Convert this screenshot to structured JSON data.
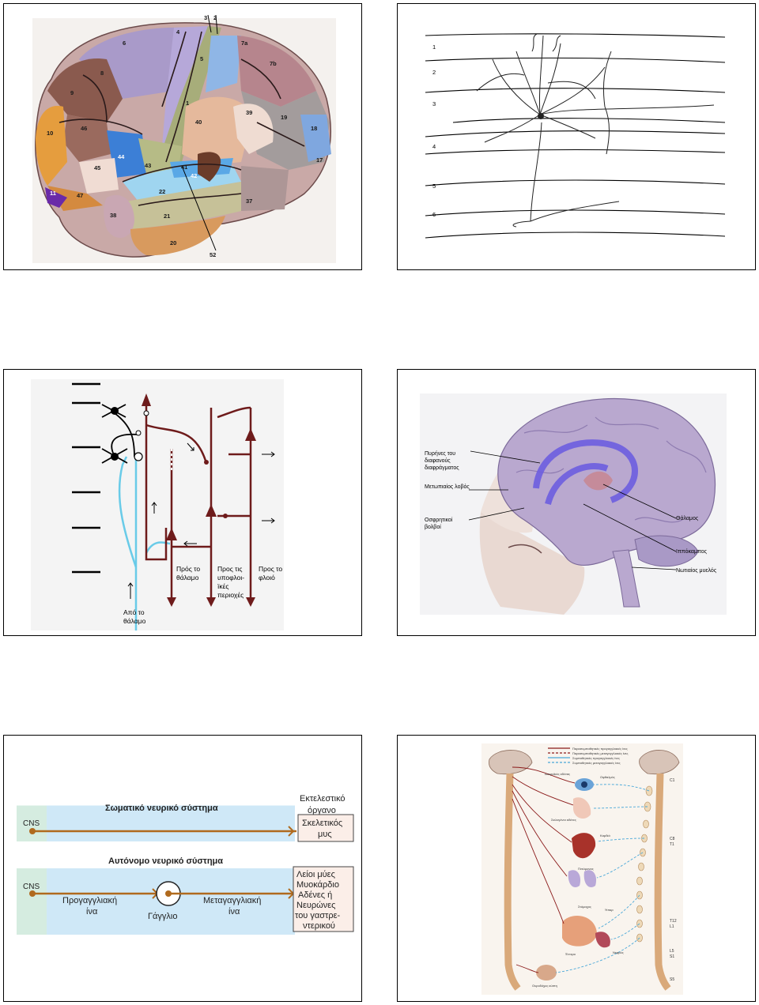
{
  "brodmann": {
    "areas": {
      "a1": "1",
      "a2": "2",
      "a3": "3",
      "a4": "4",
      "a5": "5",
      "a6": "6",
      "a7a": "7a",
      "a7b": "7b",
      "a8": "8",
      "a9": "9",
      "a10": "10",
      "a11": "11",
      "a17": "17",
      "a18": "18",
      "a19": "19",
      "a20": "20",
      "a21": "21",
      "a22": "22",
      "a37": "37",
      "a38": "38",
      "a39": "39",
      "a40": "40",
      "a41": "41",
      "a42": "42",
      "a43": "43",
      "a44": "44",
      "a45": "45",
      "a46": "46",
      "a47": "47",
      "a52": "52"
    }
  },
  "layers": {
    "labels": [
      "1",
      "2",
      "3",
      "4",
      "5",
      "6"
    ]
  },
  "circuit": {
    "to_thalamus": [
      "Πρός το",
      "θάλαμο"
    ],
    "to_subcortical": [
      "Προς τις",
      "υποφλοι-",
      "ïκές",
      "περιοχές"
    ],
    "to_cortex": [
      "Προς το",
      "φλοιό"
    ],
    "from_thalamus": [
      "Από το",
      "θάλαμο"
    ]
  },
  "limbic": {
    "labels": {
      "fornix_nuclei": [
        "Πυρήνες του",
        "διαφανούς",
        "διαφράγματος"
      ],
      "temporal_lobe": "Μετωπιαίος λοβός",
      "olfactory_bulb": [
        "Οσφρητικοί",
        "βολβοί"
      ],
      "thalamus": "Θάλαμος",
      "hippocampus": "Ιππόκαμπος",
      "spinal_cord": "Νωτιαίος μυελός"
    }
  },
  "ans": {
    "somatic_title": "Σωματικό νευρικό σύστημα",
    "autonomic_title": "Αυτόνομο νευρικό σύστημα",
    "effector_title": [
      "Εκτελεστικό",
      "όργανο"
    ],
    "cns": "CNS",
    "skeletal_muscle": [
      "Σκελετικός",
      "μυς"
    ],
    "preganglionic": [
      "Προγαγγλιακή",
      "ίνα"
    ],
    "ganglion": "Γάγγλιο",
    "postganglionic": [
      "Μεταγαγγλιακή",
      "ίνα"
    ],
    "autonomic_effectors": [
      "Λείοι μύες",
      "Μυοκάρδιο",
      "Αδένες ή",
      "Νευρώνες",
      "του γαστρε-",
      "ντερικού"
    ],
    "colors": {
      "band": "#cfe8f7",
      "cns_band": "#d5ece0",
      "fiber": "#b06a1e"
    }
  },
  "autonomic_map": {
    "legend": [
      "Παρασυμπαθητικές προγαγγλιακές ίνες",
      "Παρασυμπαθητικές μεταγαγγλιακές ίνες",
      "Συμπαθητικές προγαγγλιακές ίνες",
      "Συμπαθητικές μεταγαγγλιακές ίνες"
    ],
    "levels": [
      "C1",
      "C8",
      "T1",
      "T12",
      "L1",
      "L5",
      "S1",
      "S5"
    ],
    "organs": [
      "Δακρυϊκός αδένας",
      "Οφθαλμός",
      "Σιελογόνοι αδένες",
      "Καρδιά",
      "Πνεύμονας",
      "Στόμαχος",
      "Ήπαρ",
      "Έντερο",
      "Νεφρός",
      "Ουροδόχος κύστη"
    ]
  }
}
